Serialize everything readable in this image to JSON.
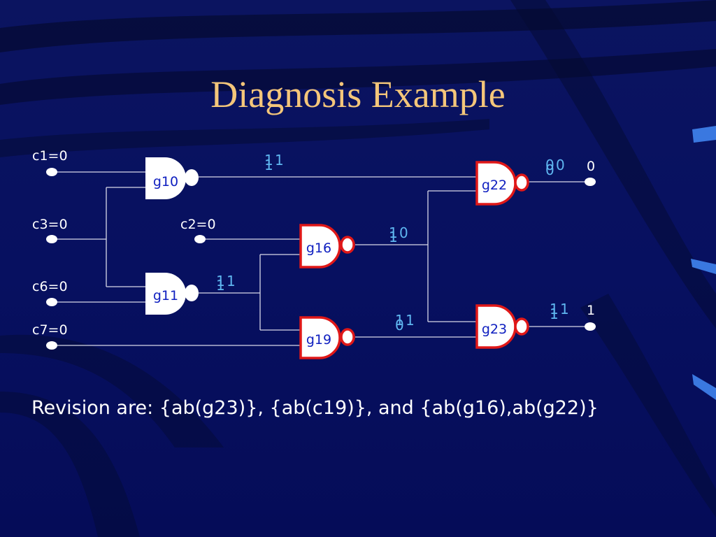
{
  "title": "Diagnosis Example",
  "inputs": {
    "c1": "c1=0",
    "c3": "c3=0",
    "c2": "c2=0",
    "c6": "c6=0",
    "c7": "c7=0"
  },
  "gates": {
    "g10": "g10",
    "g11": "g11",
    "g16": "g16",
    "g19": "g19",
    "g22": "g22",
    "g23": "g23"
  },
  "wire_values": {
    "g10_out": {
      "lower": "1",
      "upper": "1",
      "right": "1"
    },
    "g11_out": {
      "lower": "1",
      "upper": "1",
      "right": "1"
    },
    "g16_out": {
      "lower": "1",
      "upper": "1",
      "right": "0"
    },
    "g19_out": {
      "lower": "0",
      "upper": "1",
      "right": "1"
    },
    "g22_out": {
      "lower": "0",
      "upper": "0",
      "right": "0"
    },
    "g23_out": {
      "lower": "1",
      "upper": "1",
      "right": "1"
    }
  },
  "outputs": {
    "g22": "0",
    "g23": "1"
  },
  "revision_text": "Revision are: {ab(g23)}, {ab(c19)}, and {ab(g16),ab(g22)}",
  "colors": {
    "background": "#071060",
    "title": "#f4c67a",
    "gate_fill": "#ffffff",
    "gate_outline_faulty": "#e01818",
    "gate_label": "#1020c0",
    "wire_value": "#5fb6f0",
    "text": "#ffffff"
  }
}
